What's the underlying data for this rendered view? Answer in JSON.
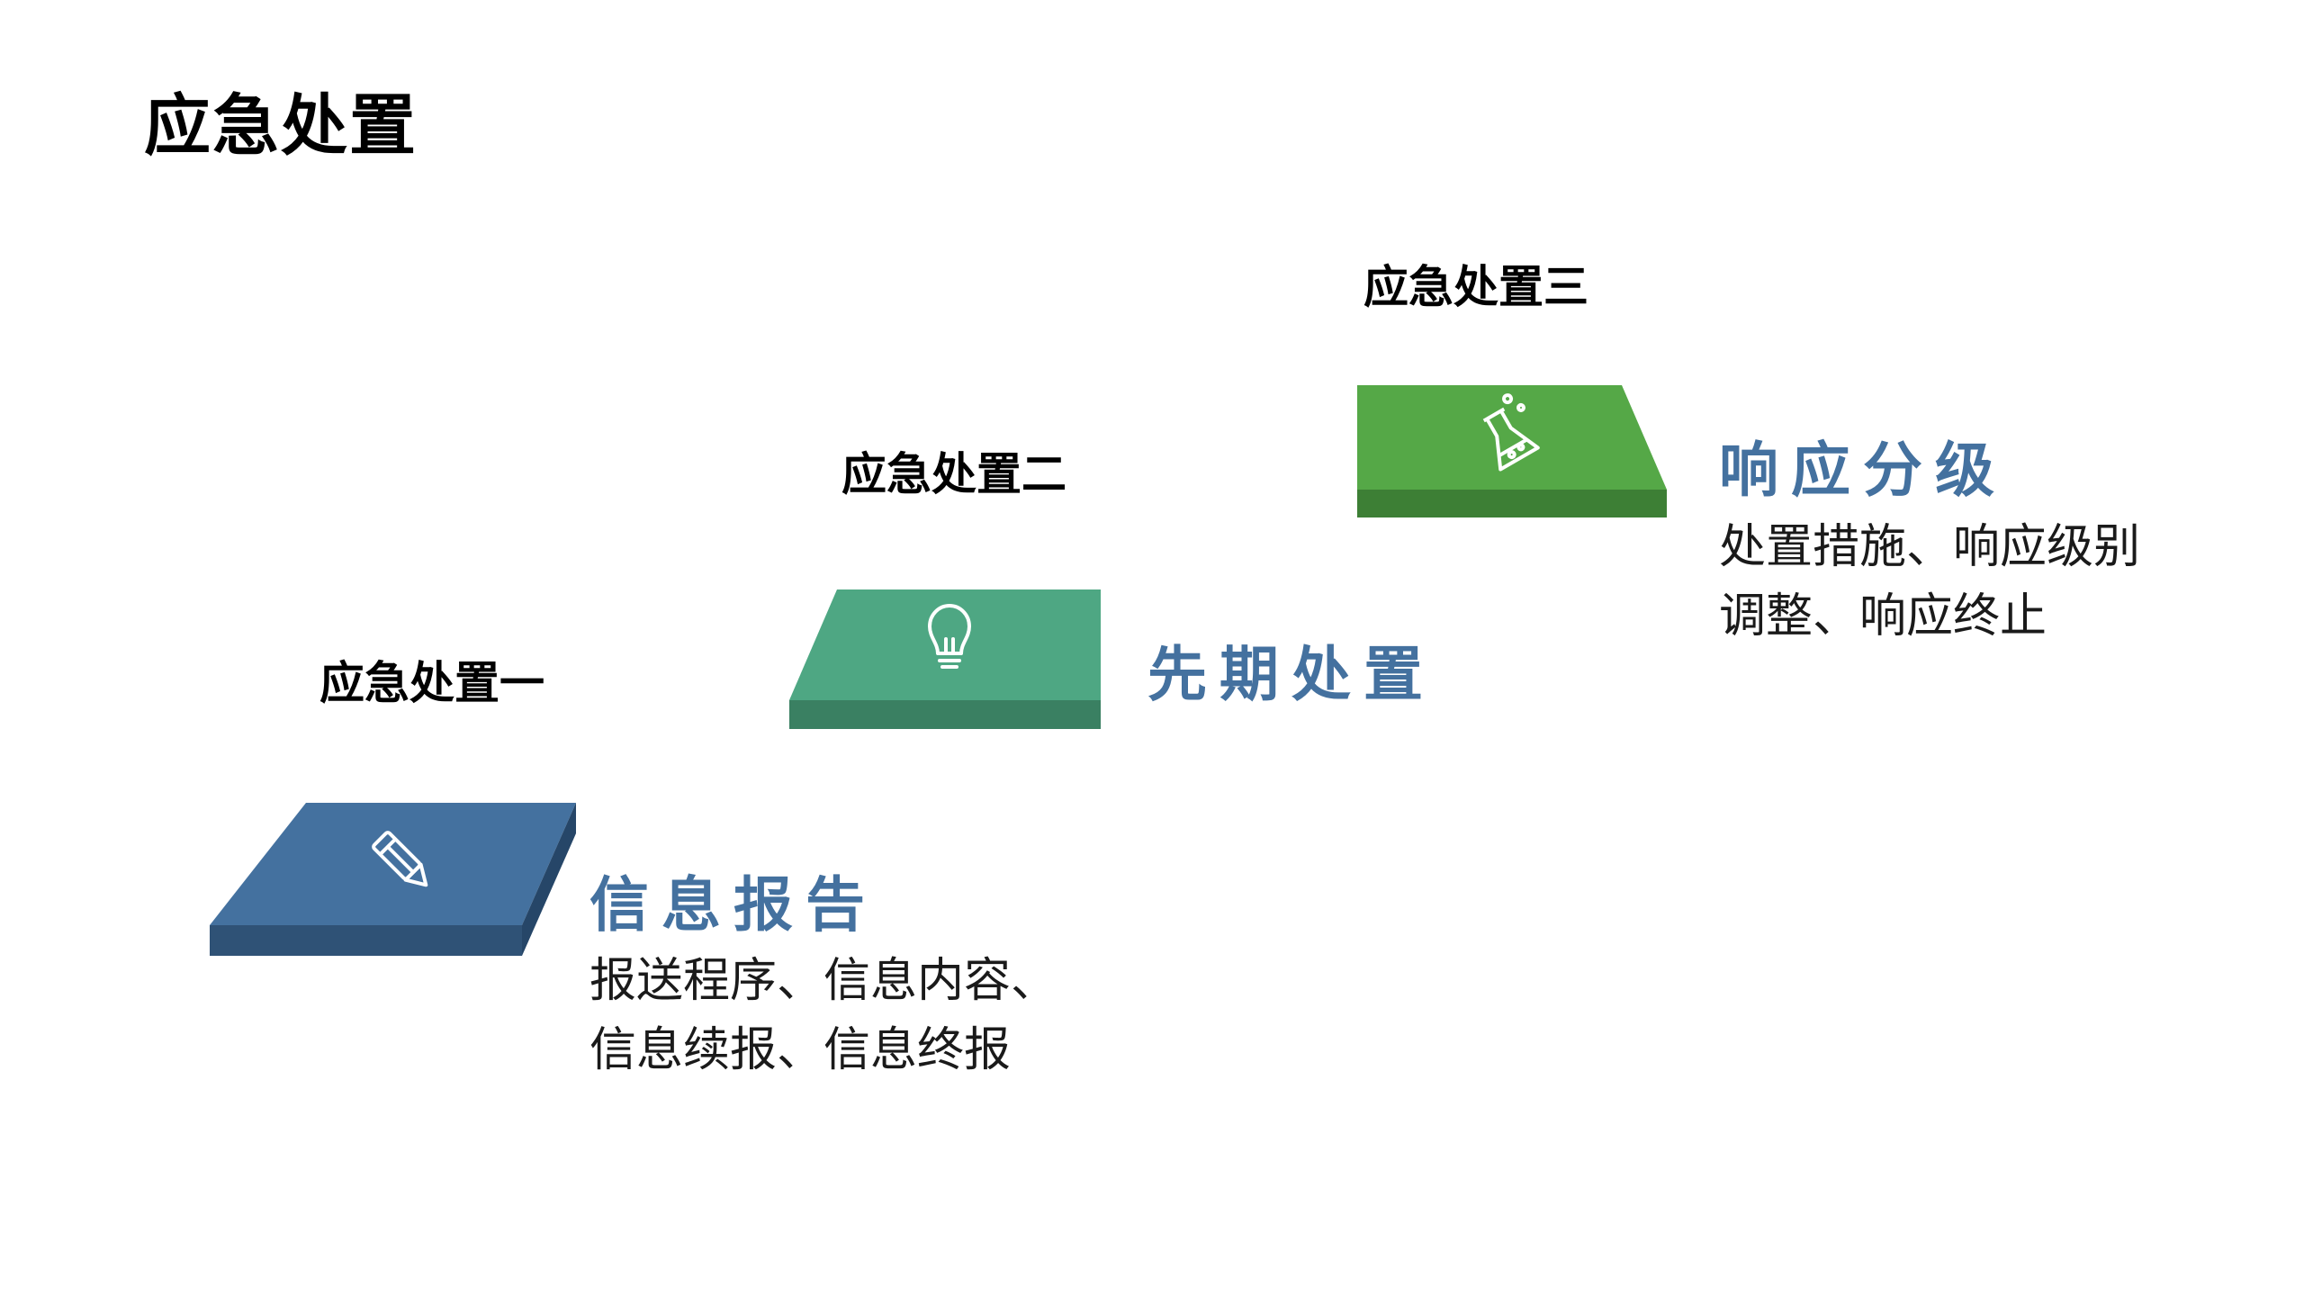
{
  "title": "应急处置",
  "steps": [
    {
      "label": "应急处置一",
      "heading": "信息报告",
      "description_lines": [
        "报送程序、信息内容、",
        "信息续报、信息终报"
      ],
      "icon": "pencil-icon",
      "colors": {
        "top": "#44719f",
        "side": "#2f5276",
        "heading": "#44719f"
      }
    },
    {
      "label": "应急处置二",
      "heading": "先期处置",
      "description_lines": [],
      "icon": "lightbulb-icon",
      "colors": {
        "top": "#4ea783",
        "side": "#3a8062",
        "heading": "#44719f"
      }
    },
    {
      "label": "应急处置三",
      "heading": "响应分级",
      "description_lines": [
        "处置措施、响应级别",
        "调整、响应终止"
      ],
      "icon": "flask-icon",
      "colors": {
        "top": "#55a847",
        "side": "#3d7f35",
        "heading": "#44719f"
      }
    }
  ]
}
